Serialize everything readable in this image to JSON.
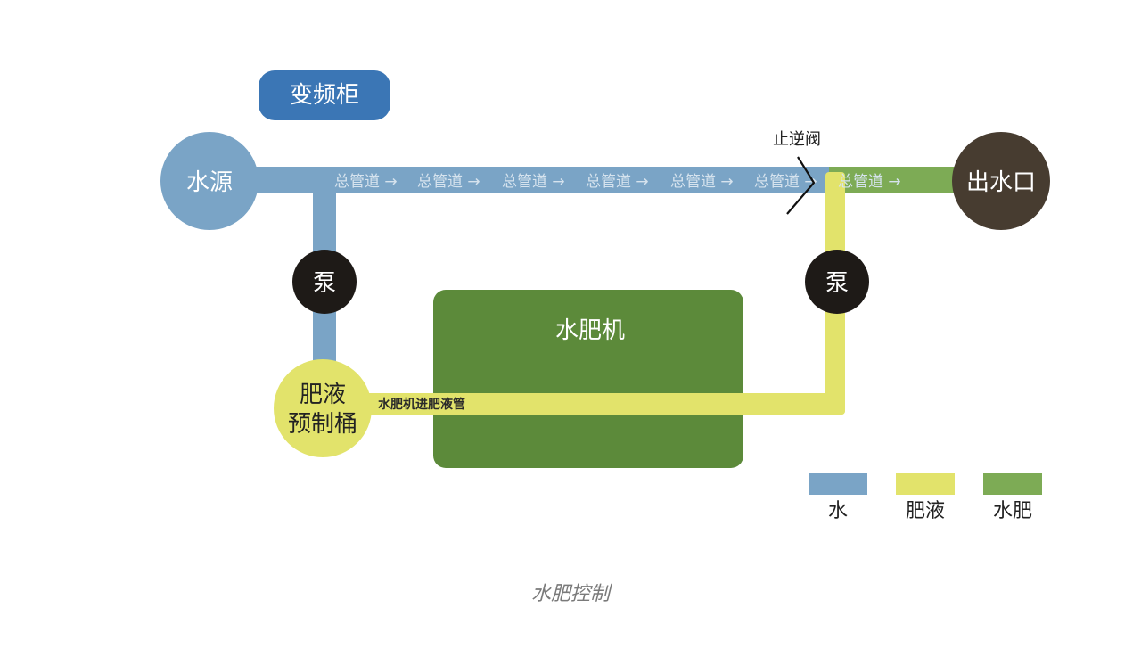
{
  "nodes": {
    "cabinet": "变频柜",
    "water_source": "水源",
    "outlet": "出水口",
    "pump": "泵",
    "tank_line1": "肥液",
    "tank_line2": "预制桶",
    "machine": "水肥机",
    "check_valve": "止逆阀"
  },
  "pipes": {
    "main_segment": "总管道 →",
    "machine_inlet": "水肥机进肥液管"
  },
  "legend": [
    {
      "label": "水",
      "color": "#7aa4c6"
    },
    {
      "label": "肥液",
      "color": "#e2e36b"
    },
    {
      "label": "水肥",
      "color": "#7dab55"
    }
  ],
  "colors": {
    "water": "#7aa4c6",
    "fertilizer": "#e2e36b",
    "mix": "#7dab55",
    "cabinet": "#3b76b5",
    "machine": "#5c8a3a",
    "pump": "#1e1a17",
    "outlet": "#473c30"
  },
  "caption": "水肥控制"
}
